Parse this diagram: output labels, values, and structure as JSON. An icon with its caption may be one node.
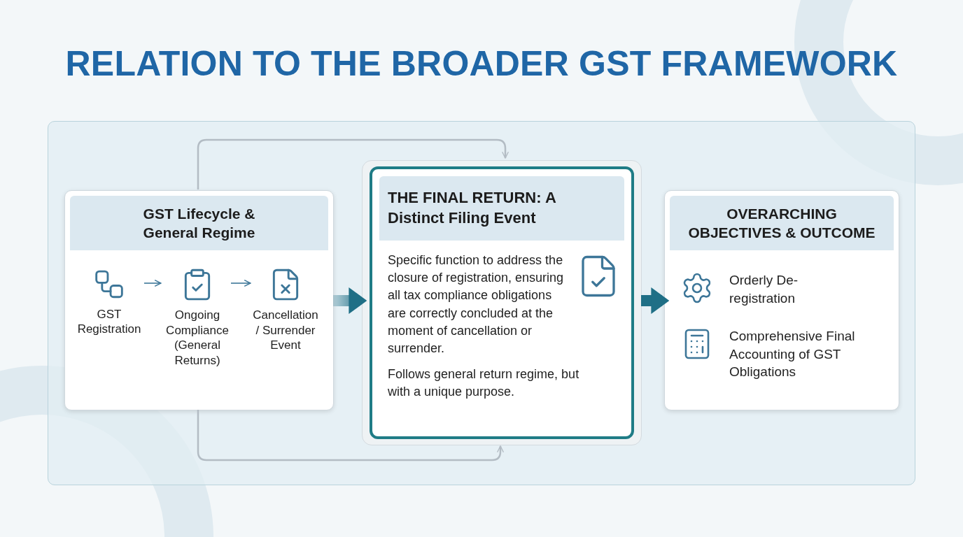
{
  "diagram": {
    "title": "RELATION TO THE BROADER GST FRAMEWORK",
    "nodes": [
      {
        "text": [],
        "shape": "box"
      },
      {
        "text": [
          "GST Lifecycle & General Regime"
        ],
        "in": 0
      },
      {
        "text": [
          "GST Registration"
        ],
        "in": 1
      },
      {
        "text": [
          "Ongoing Compliance (General Returns)"
        ],
        "in": 1
      },
      {
        "text": [
          "Cancellation / Surrender Event"
        ],
        "in": 1
      },
      {
        "text": [
          "THE FINAL RETURN: A Distinct Filing Event",
          "Specific function to address the closure of registration, ensuring all tax compliance obligations are correctly concluded at the moment of cancellation or surrender.",
          "Follows general return regime, but with a unique purpose."
        ],
        "in": 0
      },
      {
        "text": [
          "OVERARCHING OBJECTIVES & OUTCOME"
        ],
        "in": 0
      },
      {
        "text": [
          "Orderly De-registration"
        ],
        "in": 6
      },
      {
        "text": [
          "Comprehensive Final Accounting of GST Obligations"
        ],
        "in": 6
      }
    ],
    "edges": [
      {
        "from": 2,
        "to": 3,
        "arrow": "to"
      },
      {
        "from": 3,
        "to": 4,
        "arrow": "to"
      },
      {
        "from": 1,
        "to": 5,
        "arrow": "to",
        "style": "thick",
        "color": "#1f6f86"
      },
      {
        "from": 5,
        "to": 6,
        "arrow": "to",
        "style": "thick",
        "color": "#1f6f86"
      },
      {
        "from": 1,
        "to": 5,
        "arrow": "to",
        "color": "#b3bcc4"
      },
      {
        "from": 1,
        "to": 5,
        "arrow": "to",
        "color": "#b3bcc4"
      }
    ]
  }
}
